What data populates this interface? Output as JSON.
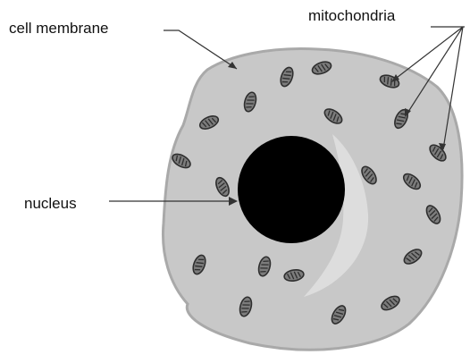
{
  "diagram": {
    "labels": {
      "cell_membrane": "cell membrane",
      "mitochondria": "mitochondria",
      "nucleus": "nucleus"
    },
    "colors": {
      "cytoplasm": "#c8c8c8",
      "cell_edge": "#a9a9a9",
      "nucleus": "#000000",
      "mitochondrion_fill": "#7c7c7c",
      "mitochondrion_outline": "#2e2e2e",
      "leader_lines": "#333333"
    },
    "icons": {
      "cell": "cell-shape",
      "nucleus": "nucleus-circle",
      "mitochondrion": "mitochondrion-icon"
    }
  }
}
